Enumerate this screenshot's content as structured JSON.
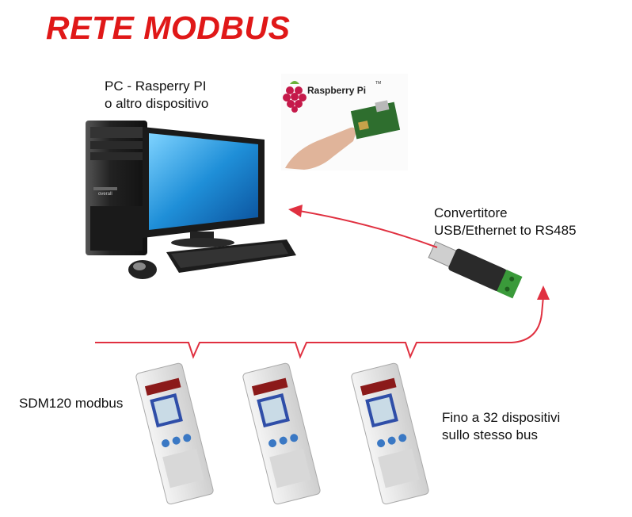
{
  "title": "RETE MODBUS",
  "pc": {
    "line1": "PC - Rasperry PI",
    "line2": "o altro dispositivo",
    "monitor_brand": "overall"
  },
  "raspberry": {
    "logo_text": "Raspberry Pi",
    "tm": "TM"
  },
  "converter": {
    "line1": "Convertitore",
    "line2": "USB/Ethernet to RS485"
  },
  "meters": {
    "label": "SDM120 modbus",
    "count": 3
  },
  "note": {
    "line1": "Fino a 32 dispositivi",
    "line2": "sullo stesso bus"
  },
  "colors": {
    "accent": "#e01818",
    "bus": "#e03040",
    "device_body": "#e4e4e4",
    "lcd": "#2f4ea8"
  }
}
